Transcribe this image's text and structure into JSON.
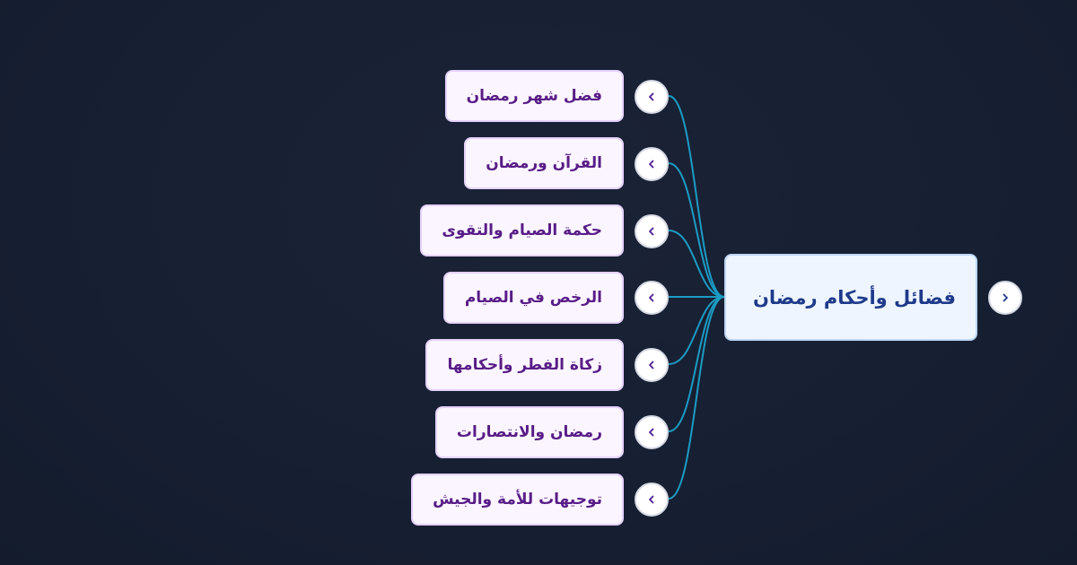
{
  "root": {
    "label": "فضائل وأحكام رمضان"
  },
  "children": [
    {
      "label": "فضل شهر رمضان"
    },
    {
      "label": "القرآن ورمضان"
    },
    {
      "label": "حكمة الصيام والتقوى"
    },
    {
      "label": "الرخص في الصيام"
    },
    {
      "label": "زكاة الفطر وأحكامها"
    },
    {
      "label": "رمضان والانتصارات"
    },
    {
      "label": "توجيهات للأمة والجيش"
    }
  ],
  "icons": {
    "toggle": "chevron-left-icon",
    "root_toggle": "chevron-right-icon"
  },
  "colors": {
    "background": "#172033",
    "connector": "#1b9cc4",
    "child_text": "#581c87",
    "child_fill": "#faf5ff",
    "child_border": "#e4d2fb",
    "root_text": "#1e3a8a",
    "root_fill": "#eef5ff",
    "root_border": "#bcd6f6"
  }
}
